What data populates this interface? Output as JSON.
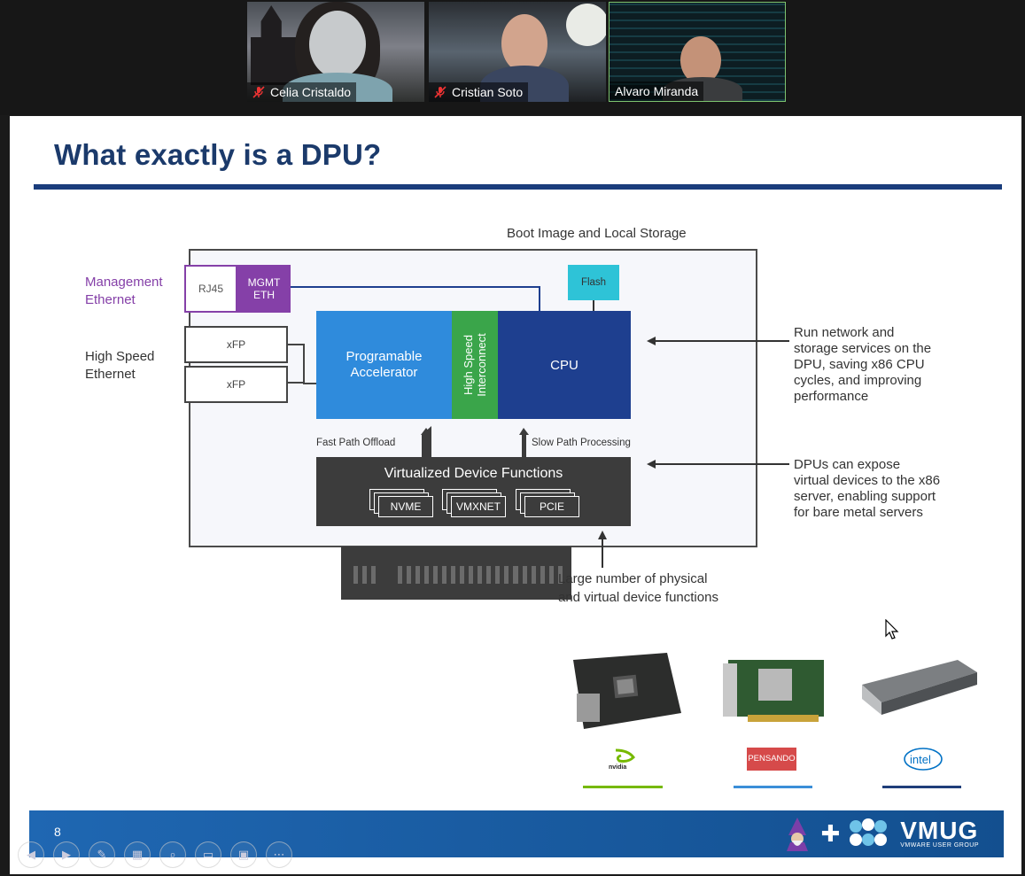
{
  "participants": [
    {
      "name": "Celia Cristaldo",
      "muted": true
    },
    {
      "name": "Cristian Soto",
      "muted": true
    },
    {
      "name": "Alvaro Miranda",
      "muted": false
    }
  ],
  "slide": {
    "title": "What exactly is a DPU?",
    "number": "8",
    "diagram": {
      "boot_label": "Boot Image and Local Storage",
      "management_label": "Management\nEthernet",
      "highspeed_label": "High Speed\nEthernet",
      "rj45": "RJ45",
      "mgmt_eth": "MGMT\nETH",
      "xfp": "xFP",
      "flash": "Flash",
      "accelerator": "Programable\nAccelerator",
      "interconnect": "High Speed\nInterconnect",
      "cpu": "CPU",
      "fast_path": "Fast Path Offload",
      "slow_path": "Slow Path Processing",
      "vdf_title": "Virtualized Device Functions",
      "functions": [
        "NVME",
        "VMXNET",
        "PCIE"
      ],
      "note_run": "Run network and\nstorage services on the\nDPU, saving x86 CPU\ncycles, and improving\nperformance",
      "note_expose": "DPUs can expose\nvirtual devices to the x86\nserver, enabling support\nfor bare metal servers",
      "note_functions": "Large number of physical\nand virtual device functions"
    },
    "vendors": [
      {
        "name": "nvidia",
        "color": "#76b900"
      },
      {
        "name": "PENSANDO",
        "color": "#d64a4a"
      },
      {
        "name": "intel",
        "color": "#1f3e7a"
      }
    ],
    "brand": {
      "name": "VMUG",
      "subtitle": "VMWARE USER GROUP",
      "accent": "#1a3d7c"
    }
  },
  "controls": [
    "prev-icon",
    "next-icon",
    "pen-icon",
    "slides-icon",
    "zoom-icon",
    "subtitles-icon",
    "camera-icon",
    "more-icon"
  ]
}
